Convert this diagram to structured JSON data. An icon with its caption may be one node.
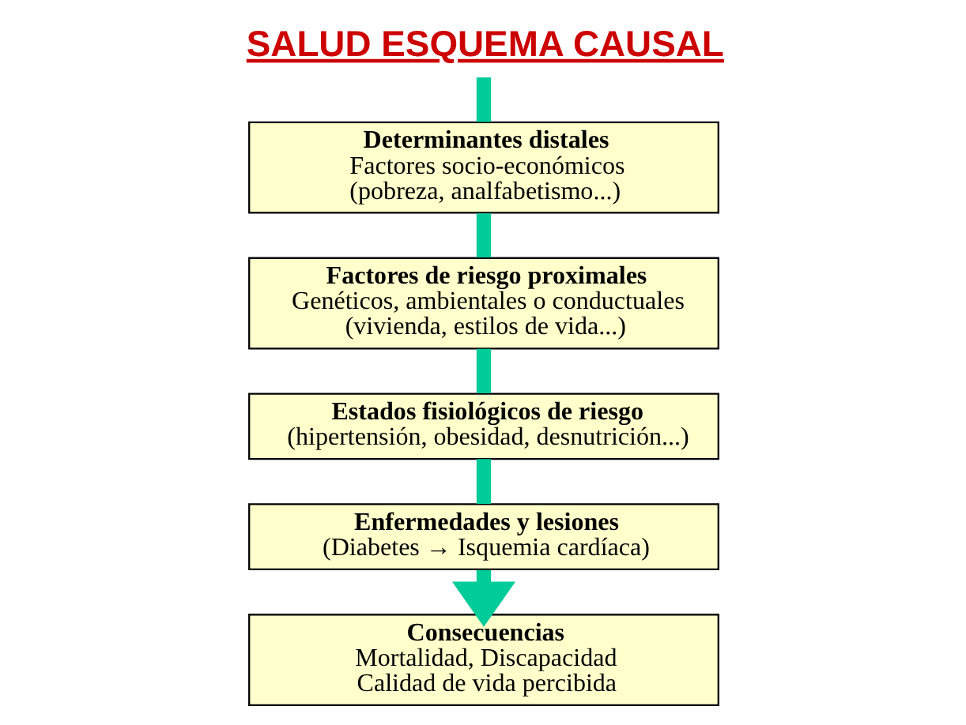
{
  "diagram": {
    "title": "SALUD ESQUEMA CAUSAL",
    "nodes": [
      {
        "text": [
          "Determinantes distales",
          "Factores socio-económicos",
          "(pobreza, analfabetismo...)"
        ]
      },
      {
        "text": [
          "Factores de riesgo proximales",
          "Genéticos, ambientales o conductuales",
          "(vivienda, estilos de vida...)"
        ]
      },
      {
        "text": [
          "Estados fisiológicos de riesgo",
          "(hipertensión, obesidad, desnutrición...)"
        ]
      },
      {
        "text": [
          "Enfermedades y lesiones",
          "(Diabetes → Isquemia cardíaca)"
        ]
      },
      {
        "text": [
          "Consecuencias",
          "Mortalidad, Discapacidad",
          "Calidad de vida percibida"
        ]
      }
    ],
    "edges": [
      {
        "from": null,
        "to": 0,
        "arrow": "none"
      },
      {
        "from": 0,
        "to": 1,
        "arrow": "none"
      },
      {
        "from": 1,
        "to": 2,
        "arrow": "none"
      },
      {
        "from": 2,
        "to": 3,
        "arrow": "none"
      },
      {
        "from": 3,
        "to": 4,
        "arrow": "to"
      }
    ]
  }
}
